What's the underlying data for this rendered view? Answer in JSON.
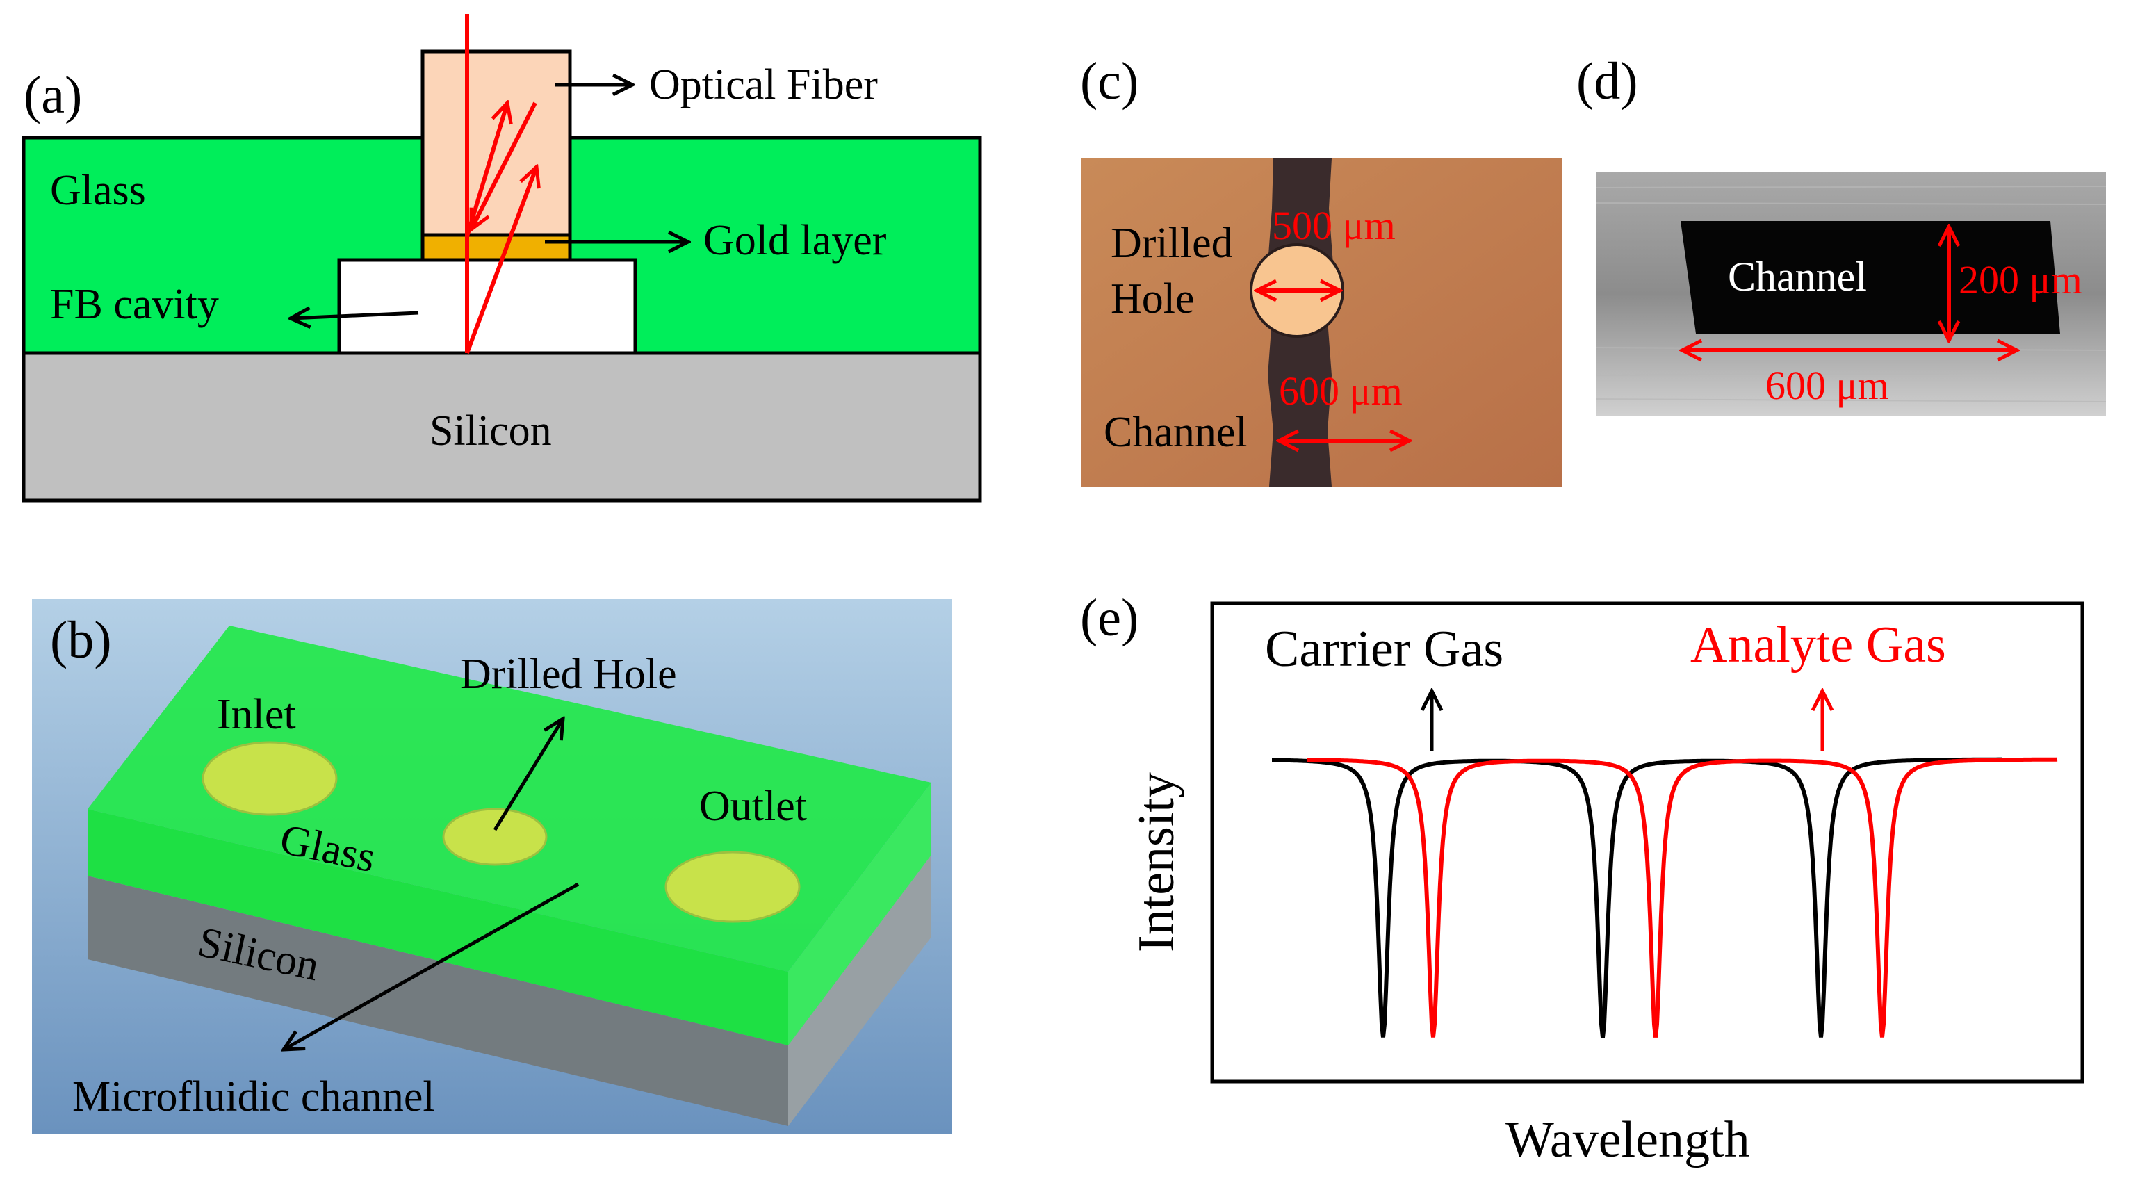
{
  "panels": {
    "a": {
      "label": "(a)",
      "optical_fiber": "Optical Fiber",
      "glass": "Glass",
      "gold_layer": "Gold layer",
      "fb_cavity": "FB cavity",
      "silicon": "Silicon"
    },
    "b": {
      "label": "(b)",
      "inlet": "Inlet",
      "drilled_hole": "Drilled Hole",
      "outlet": "Outlet",
      "glass": "Glass",
      "silicon": "Silicon",
      "microfluidic_channel": "Microfluidic channel"
    },
    "c": {
      "label": "(c)",
      "drilled": "Drilled",
      "hole": "Hole",
      "hole_dim": "500 μm",
      "channel_dim": "600 μm",
      "channel": "Channel"
    },
    "d": {
      "label": "(d)",
      "channel": "Channel",
      "height_dim": "200 μm",
      "width_dim": "600 μm"
    },
    "e": {
      "label": "(e)",
      "carrier_gas": "Carrier Gas",
      "analyte_gas": "Analyte Gas",
      "ylabel": "Intensity",
      "xlabel": "Wavelength"
    }
  },
  "colors": {
    "glass": "#00ee5a",
    "silicon": "#c0c0c0",
    "fiber": "#fcd5b8",
    "gold": "#f0b000",
    "red": "#ff0000",
    "carrier_line": "#000000",
    "analyte_line": "#ff0000"
  }
}
